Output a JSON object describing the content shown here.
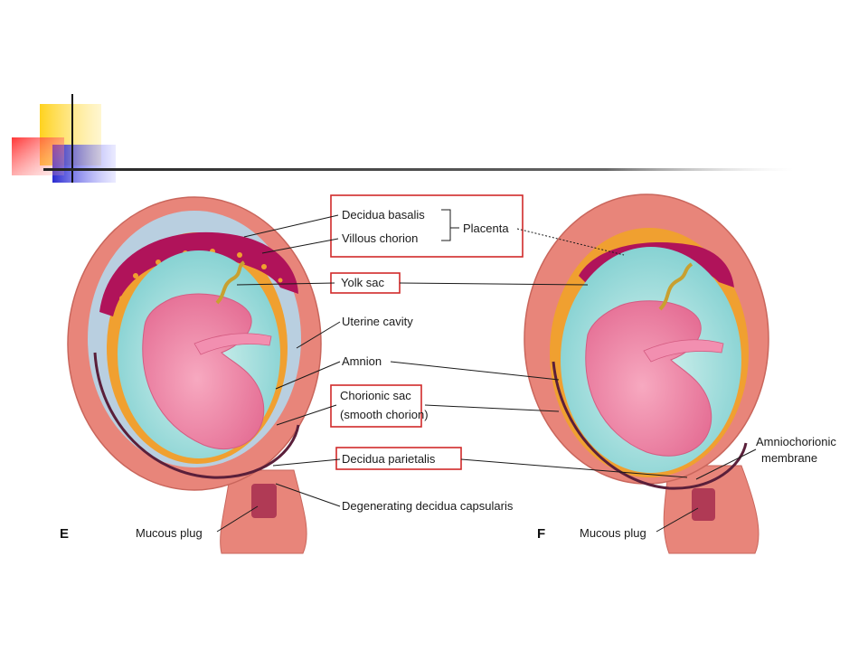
{
  "figure": {
    "panels": [
      {
        "letter": "E",
        "mucous_plug": "Mucous plug"
      },
      {
        "letter": "F",
        "mucous_plug": "Mucous plug"
      }
    ],
    "labels": {
      "decidua_basalis": "Decidua basalis",
      "villous_chorion": "Villous chorion",
      "placenta": "Placenta",
      "yolk_sac": "Yolk sac",
      "uterine_cavity": "Uterine cavity",
      "amnion": "Amnion",
      "chorionic_sac_line1": "Chorionic sac",
      "chorionic_sac_line2": "(smooth chorion)",
      "decidua_parietalis": "Decidua parietalis",
      "degenerating_decidua_capsularis": "Degenerating decidua capsularis",
      "amniochorionic_line1": "Amniochorionic",
      "amniochorionic_line2": "membrane"
    },
    "colors": {
      "highlight_box": "#d12a2a",
      "uterine_wall": "#e8857a",
      "placenta_villi": "#b0135a",
      "amniotic_fluid": "#8fd3cf",
      "fetus": "#f08aa8",
      "slide_yellow": "#ffd21e",
      "slide_blue": "#3333cc",
      "slide_red": "#ff3030"
    }
  }
}
